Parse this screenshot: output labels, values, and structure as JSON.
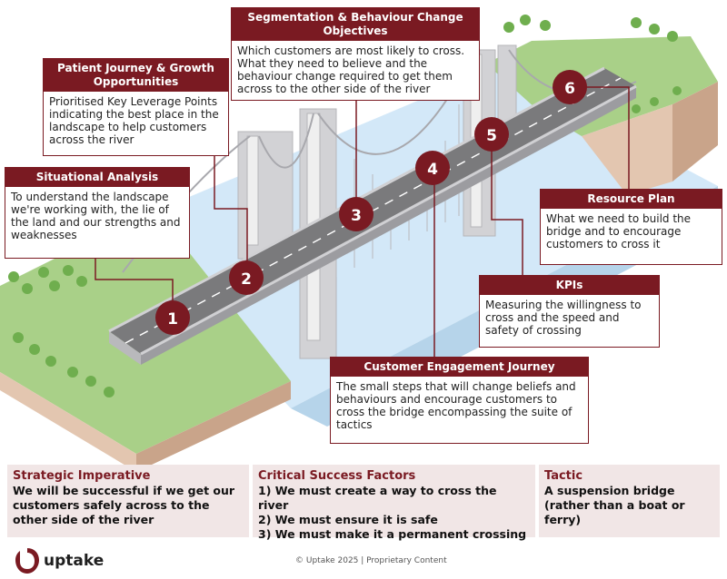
{
  "steps": [
    {
      "num": "1",
      "title": "Situational Analysis",
      "text": "To understand the landscape we're working with, the lie of the land and our strengths and weaknesses"
    },
    {
      "num": "2",
      "title": "Patient Journey & Growth Opportunities",
      "text": "Prioritised Key Leverage Points indicating the best place in the landscape to help customers across the river"
    },
    {
      "num": "3",
      "title": "Segmentation & Behaviour Change Objectives",
      "text": "Which customers are most likely to cross. What they need to believe and the behaviour change required to get them across to the other side of the river"
    },
    {
      "num": "4",
      "title": "Customer Engagement Journey",
      "text": "The small steps that will change beliefs and behaviours and encourage customers to cross the bridge encompassing the suite of tactics"
    },
    {
      "num": "5",
      "title": "KPIs",
      "text": "Measuring the willingness to cross and the speed and safety of crossing"
    },
    {
      "num": "6",
      "title": "Resource Plan",
      "text": "What we need to build the bridge and to encourage customers to cross it"
    }
  ],
  "strategic": {
    "title": "Strategic Imperative",
    "text": "We will be successful if we get our customers safely across to the other side of the river"
  },
  "csf": {
    "title": "Critical Success Factors",
    "items": [
      "1) We must create a way to cross the river",
      "2) We must ensure it is safe",
      "3) We must make it a permanent crossing"
    ]
  },
  "tactic": {
    "title": "Tactic",
    "text": "A suspension bridge (rather than a boat or ferry)"
  },
  "footer": {
    "logo": "uptake",
    "copyright": "© Uptake 2025  |  Proprietary Content"
  },
  "colors": {
    "accent": "#7a1a22",
    "river": "#cfe6f7",
    "grass": "#a7cf84",
    "soil": "#e2c6b2",
    "bridge": "#c9c9cc",
    "road": "#777777"
  },
  "icons": [
    "uptake-logo-icon"
  ]
}
